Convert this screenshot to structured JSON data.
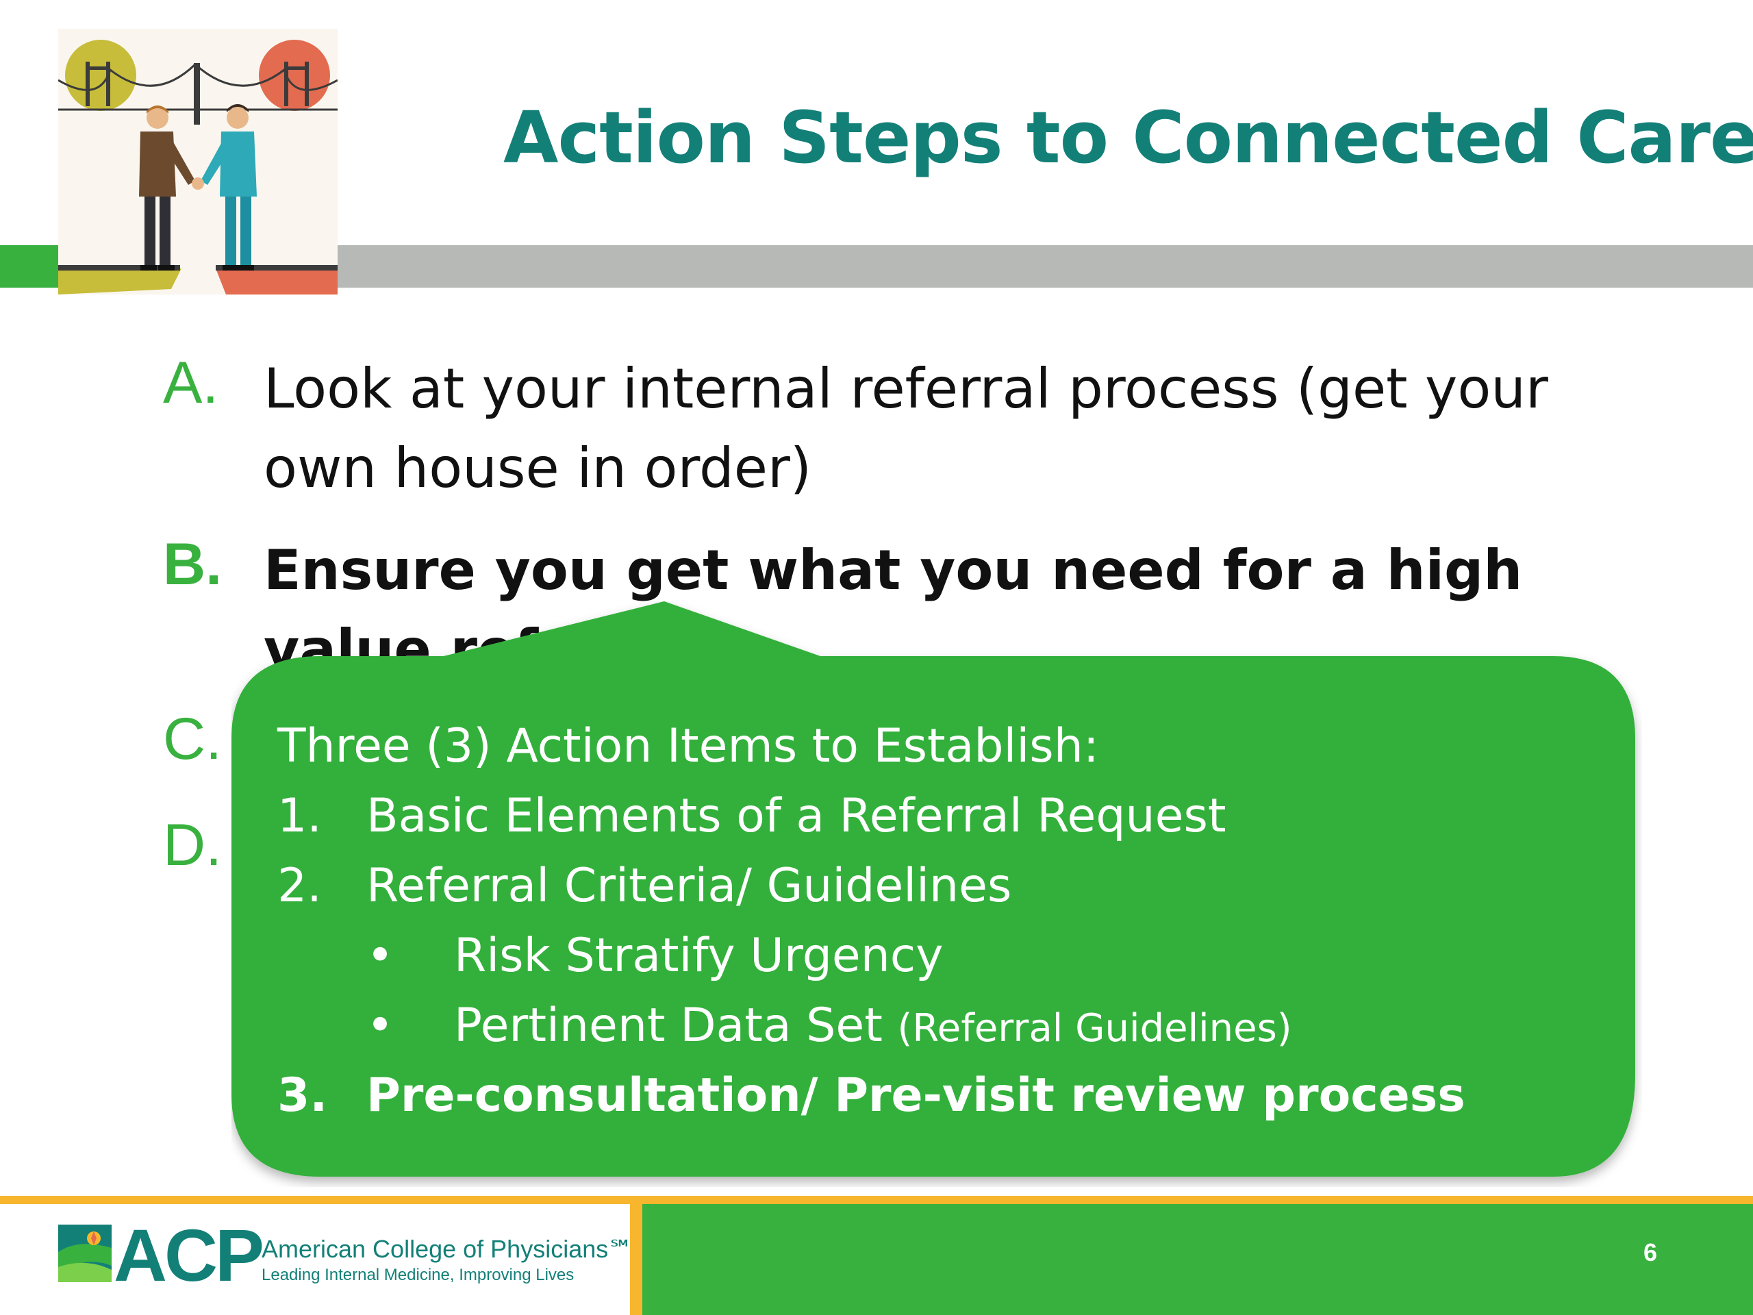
{
  "slide": {
    "title": "Action Steps to Connected Care",
    "items": [
      {
        "marker": "A.",
        "text": "Look at your internal referral process (get your own house in order)"
      },
      {
        "marker": "B.",
        "text": "Ensure you get what you need for a high value referral"
      },
      {
        "marker": "C."
      },
      {
        "marker": "D."
      }
    ]
  },
  "callout": {
    "heading": "Three (3) Action Items to Establish:",
    "list": [
      {
        "num": "1.",
        "text": "Basic Elements of a Referral Request"
      },
      {
        "num": "2.",
        "text": "Referral Criteria/ Guidelines"
      },
      {
        "num": "3.",
        "text": "Pre-consultation/ Pre-visit review process"
      }
    ],
    "bullet_symbol": "•",
    "bullets": [
      {
        "text": "Risk Stratify Urgency",
        "note": ""
      },
      {
        "text": "Pertinent Data Set",
        "note": "(Referral Guidelines)"
      }
    ]
  },
  "footer": {
    "logo_text": "ACP",
    "org_name": "American College of Physicians℠",
    "tagline": "Leading Internal Medicine, Improving Lives",
    "page_number": "6"
  },
  "colors": {
    "accent_green": "#39b13f",
    "title_teal": "#138078",
    "band_gray": "#b7b9b6",
    "footer_gold": "#f7b62d"
  }
}
